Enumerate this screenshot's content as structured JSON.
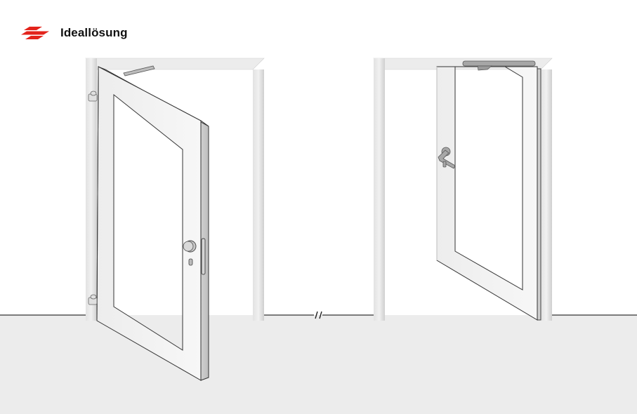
{
  "header": {
    "title": "Ideallösung",
    "logo_icon": "red-stripes-logo-icon",
    "logo_color": "#e3231b"
  },
  "diagram": {
    "left_door": {
      "type": "outward-opening door with knob and hinges",
      "icons": [
        "door-frame-icon",
        "hinge-icon",
        "door-knob-icon",
        "keyhole-icon",
        "lock-strike-icon",
        "overhead-stay-arm-icon"
      ]
    },
    "right_door": {
      "type": "inward-opening door with lever handle and overhead door closer",
      "icons": [
        "door-frame-icon",
        "lever-handle-icon",
        "door-closer-icon"
      ]
    },
    "floor_break_symbol": "//"
  },
  "colors": {
    "background": "#ffffff",
    "floor": "#ececec",
    "frame_light": "#eeeeee",
    "frame_shade": "#d4d4d4",
    "outline": "#333333",
    "hardware": "#9a9a9a"
  }
}
